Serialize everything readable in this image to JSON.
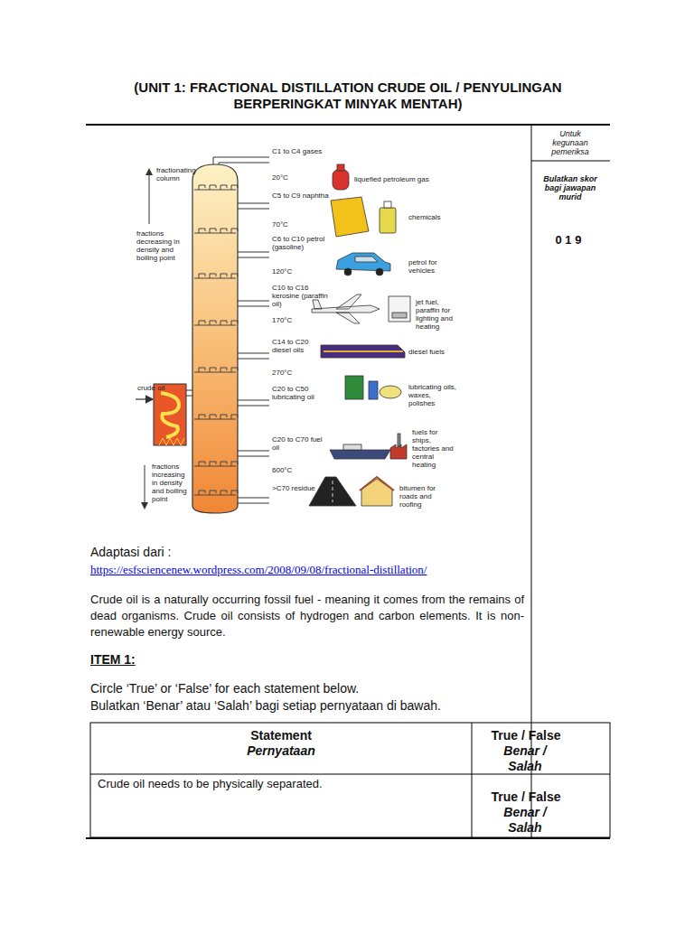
{
  "diagram": {
    "title": "(UNIT 1: FRACTIONAL DISTILLATION CRUDE OIL / PENYULINGAN BERPERINGKAT MINYAK MENTAH)",
    "labels": [
      "Untuk kegunaan pemeriksa",
      "Bulatkan skor bagi jawapan murid",
      "0 1 9",
      "C1 to C4 gases",
      "fractionating column",
      "20°C",
      "liquefied petroleum gas",
      "C5 to C9 naphtha",
      "chemicals",
      "fractions decreasing in density and boiling point",
      "70°C",
      "C6 to C10 petrol (gasoline)",
      "petrol for vehicles",
      "120°C",
      "C10 to C16 kerosine (paraffin oil)",
      "jet fuel, paraffin for lighting and heating",
      "170°C",
      "C14 to C20 diesel oils",
      "diesel fuels",
      "crude oil",
      "270°C",
      "C20 to C50 lubricating oil",
      "lubricating oils, waxes, polishes",
      "C20 to C70 fuel oil",
      "fuels for ships, factories and central heating",
      "fractions increasing in density and boiling point",
      "600°C",
      ">C70 residue",
      "bitumen for roads and roofing",
      "Adaptasi dari :",
      "https://esfsciencenew.wordpress.com/2008/09/08/fractional-distillation/",
      "Crude oil is a naturally occurring fossil fuel - meaning it comes from the remains of dead organisms. Crude oil consists of hydrogen and carbon elements. It is non-renewable energy source.",
      "ITEM 1:",
      "Circle ‘True’ or ‘False’ for each statement below.",
      "Bulatkan ‘Benar’ atau ‘Salah’ bagi setiap pernyataan di bawah.",
      "Statement",
      "Pernyataan",
      "True / False",
      "Benar / Salah",
      "Crude oil needs to be physically separated.",
      "True / False",
      "Benar / Salah"
    ]
  }
}
